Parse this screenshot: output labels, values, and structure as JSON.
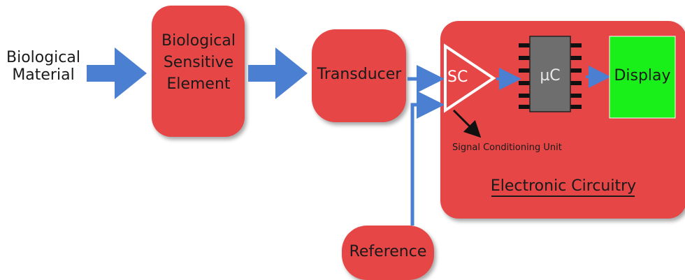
{
  "input_label": "Biological Material",
  "bio_element": "Biological Sensitive Element",
  "transducer": "Transducer",
  "reference": "Reference",
  "signal_conditioner": "SC",
  "microcontroller": "µC",
  "display": "Display",
  "sc_annotation": "Signal Conditioning Unit",
  "circuitry_label": "Electronic Circuitry",
  "colors": {
    "block_fill": "#e64646",
    "display_fill": "#19f019",
    "chip_fill": "#6e6e6e",
    "arrow": "#4a7fd1"
  }
}
